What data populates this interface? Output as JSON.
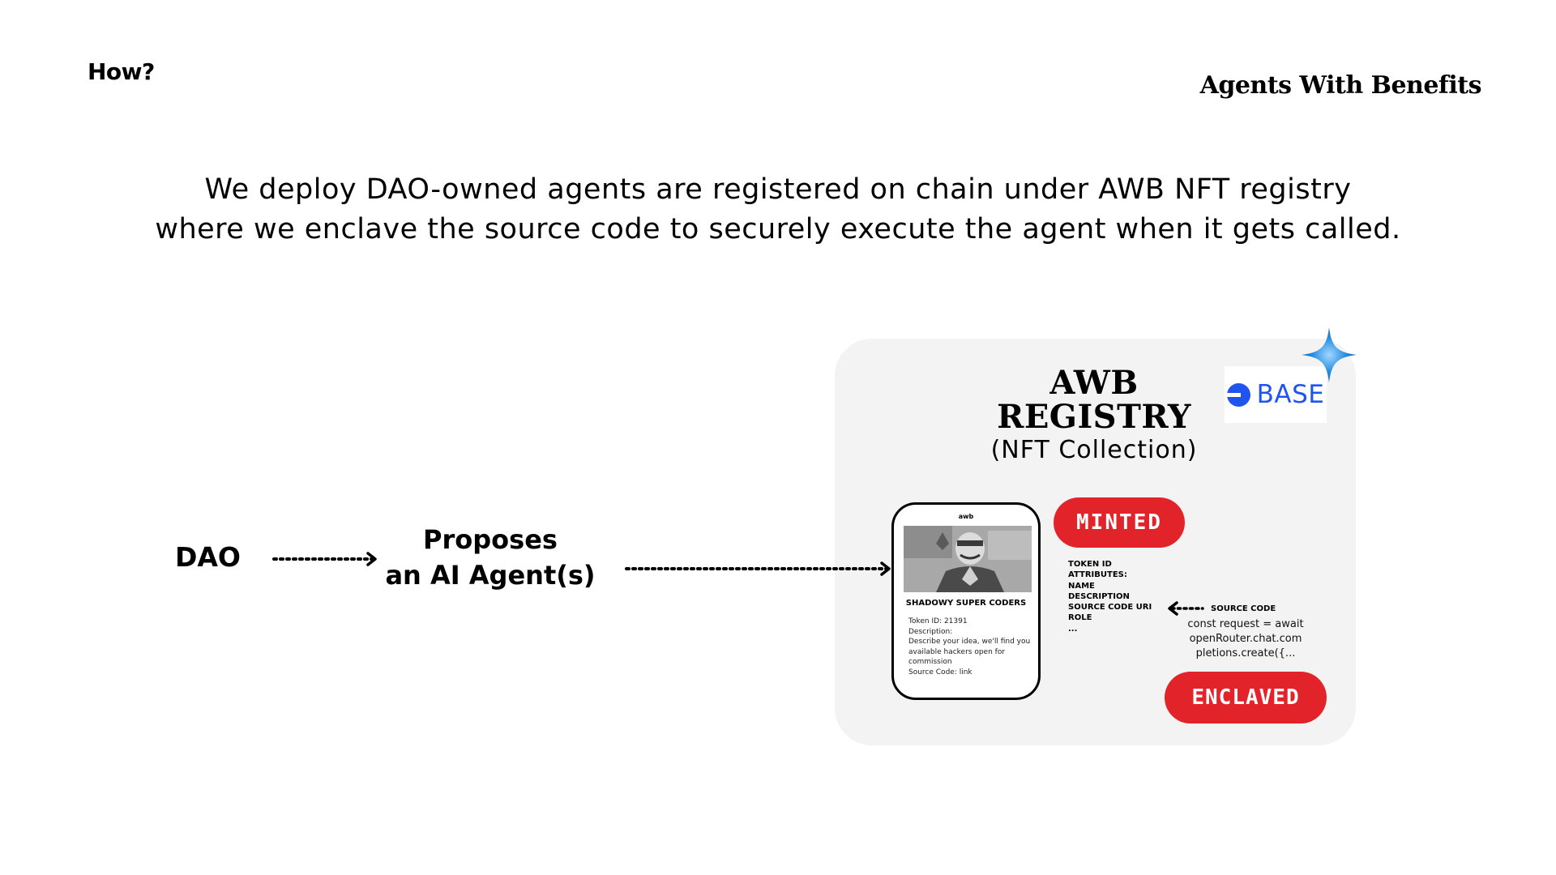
{
  "header": {
    "left": "How?",
    "right": "Agents With Benefits"
  },
  "intro": {
    "line1": "We deploy DAO-owned agents are registered on chain under AWB NFT registry",
    "line2": "where we enclave the source code to securely execute the agent when it gets called."
  },
  "flow": {
    "dao": "DAO",
    "proposes_line1": "Proposes",
    "proposes_line2": "an AI Agent(s)"
  },
  "registry": {
    "title_line1": "AWB",
    "title_line2": "REGISTRY",
    "subtitle": "(NFT Collection)",
    "chain": "BASE",
    "minted": "MINTED",
    "enclaved": "ENCLAVED"
  },
  "nft_card": {
    "logo": "awb",
    "name": "SHADOWY SUPER CODERS",
    "token_id": "Token ID: 21391",
    "description_label": "Description:",
    "description": "Describe your idea, we'll find you available hackers open for commission",
    "source_code": "Source Code: link"
  },
  "attributes": [
    "TOKEN ID",
    "ATTRIBUTES:",
    "NAME",
    "DESCRIPTION",
    "SOURCE CODE URI",
    "ROLE",
    "..."
  ],
  "source_code": {
    "label": "SOURCE CODE",
    "line1": "const request = await",
    "line2": "openRouter.chat.com",
    "line3": "pletions.create({..."
  },
  "colors": {
    "pill_red": "#e3232a",
    "base_blue": "#1f55ee",
    "panel_gray": "#f3f3f3",
    "sparkle_blue": "#2a8ee0"
  }
}
